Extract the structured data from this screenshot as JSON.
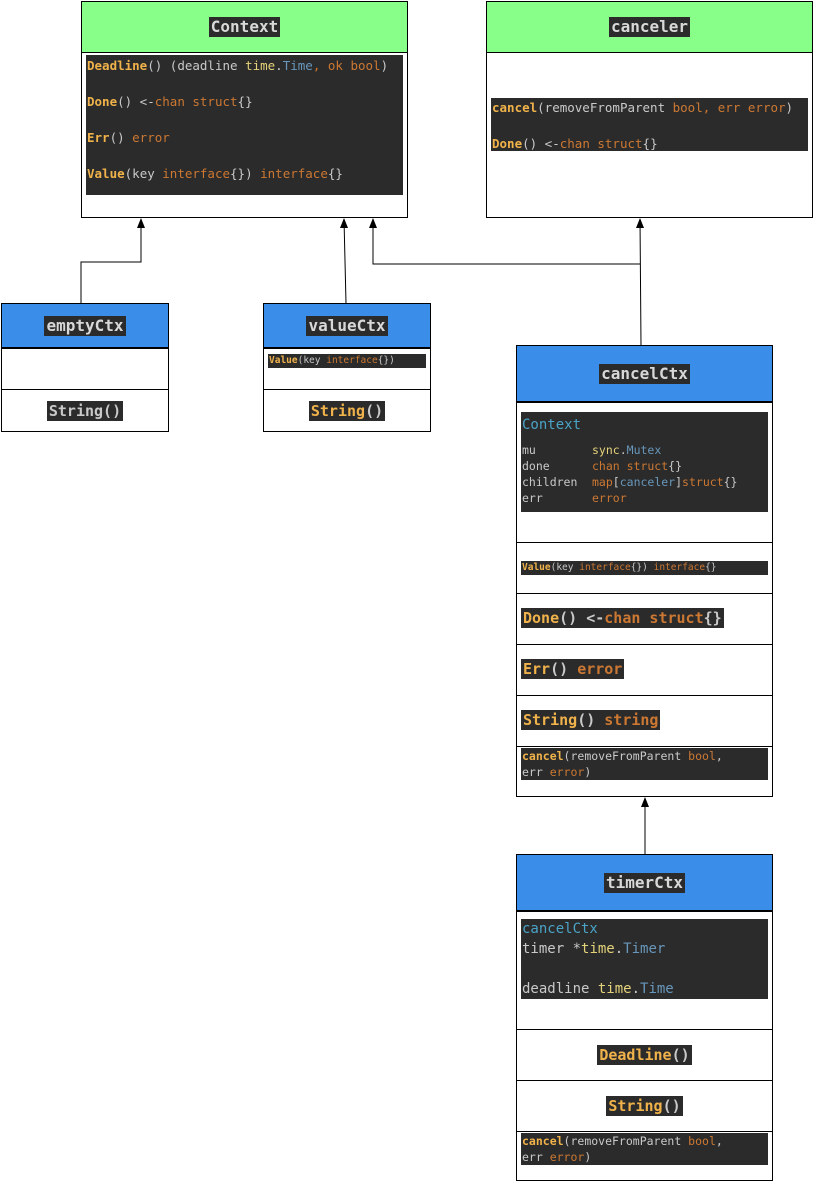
{
  "context": {
    "title": "Context",
    "lines": [
      {
        "fn": "Deadline",
        "p1": "() (deadline ",
        "pkg": "time",
        "dot": ".",
        "type": "Time",
        "p2": ", ok ",
        "kw": "bool",
        "p3": ")"
      },
      {
        "fn": "Done",
        "p1": "() <-",
        "kw": "chan struct",
        "p2": "{}"
      },
      {
        "fn": "Err",
        "p1": "() ",
        "kw": "error"
      },
      {
        "fn": "Value",
        "p1": "(key ",
        "kw": "interface",
        "p2": "{}) ",
        "kw2": "interface",
        "p3": "{}"
      }
    ]
  },
  "canceler": {
    "title": "canceler",
    "lines": [
      {
        "fn": "cancel",
        "p1": "(removeFromParent ",
        "kw": "bool",
        "p2": ", err ",
        "kw2": "error",
        "p3": ")"
      },
      {
        "fn": "Done",
        "p1": "() <-",
        "kw": "chan struct",
        "p2": "{}"
      }
    ]
  },
  "emptyCtx": {
    "title": "emptyCtx",
    "method": "String()"
  },
  "valueCtx": {
    "title": "valueCtx",
    "field": {
      "fn": "Value",
      "p1": "(key ",
      "kw": "interface",
      "p2": "{})"
    },
    "method": {
      "fn": "String",
      "p1": "()"
    }
  },
  "cancelCtx": {
    "title": "cancelCtx",
    "embedded": "Context",
    "fields": [
      {
        "name": "mu",
        "pkg": "sync",
        "dot": ".",
        "type": "Mutex"
      },
      {
        "name": "done",
        "kw": "chan struct",
        "p2": "{}"
      },
      {
        "name": "children",
        "kw": "map",
        "p1": "[",
        "type": "canceler",
        "p2": "]",
        "kw2": "struct",
        "p3": "{}"
      },
      {
        "name": "err",
        "kw": "error"
      }
    ],
    "value": {
      "fn": "Value",
      "p1": "(key ",
      "kw": "interface",
      "p2": "{}) ",
      "kw2": "interface",
      "p3": "{}"
    },
    "done": {
      "fn": "Done",
      "p1": "() <-",
      "kw": "chan struct",
      "p2": "{}"
    },
    "err": {
      "fn": "Err",
      "p1": "() ",
      "kw": "error"
    },
    "string": {
      "fn": "String",
      "p1": "() ",
      "kw": "string"
    },
    "cancel": {
      "fn": "cancel",
      "p1": "(removeFromParent ",
      "kw": "bool",
      "p2": ",",
      "p3": "err ",
      "kw2": "error",
      "p4": ")"
    }
  },
  "timerCtx": {
    "title": "timerCtx",
    "embedded": "cancelCtx",
    "timer": {
      "name": "timer *",
      "pkg": "time",
      "dot": ".",
      "type": "Timer"
    },
    "deadline": {
      "name": "deadline ",
      "pkg": "time",
      "dot": ".",
      "type": "Time"
    },
    "deadline_method": {
      "fn": "Deadline",
      "p1": "()"
    },
    "string_method": {
      "fn": "String",
      "p1": "()"
    },
    "cancel": {
      "fn": "cancel",
      "p1": "(removeFromParent ",
      "kw": "bool",
      "p2": ",",
      "p3": "err ",
      "kw2": "error",
      "p4": ")"
    }
  },
  "colors": {
    "interface_header": "#88ff88",
    "struct_header": "#3a8eea",
    "code_bg": "#2b2b2b",
    "function": "#f0b24a",
    "keyword": "#cc7832",
    "type": "#6897bb"
  }
}
